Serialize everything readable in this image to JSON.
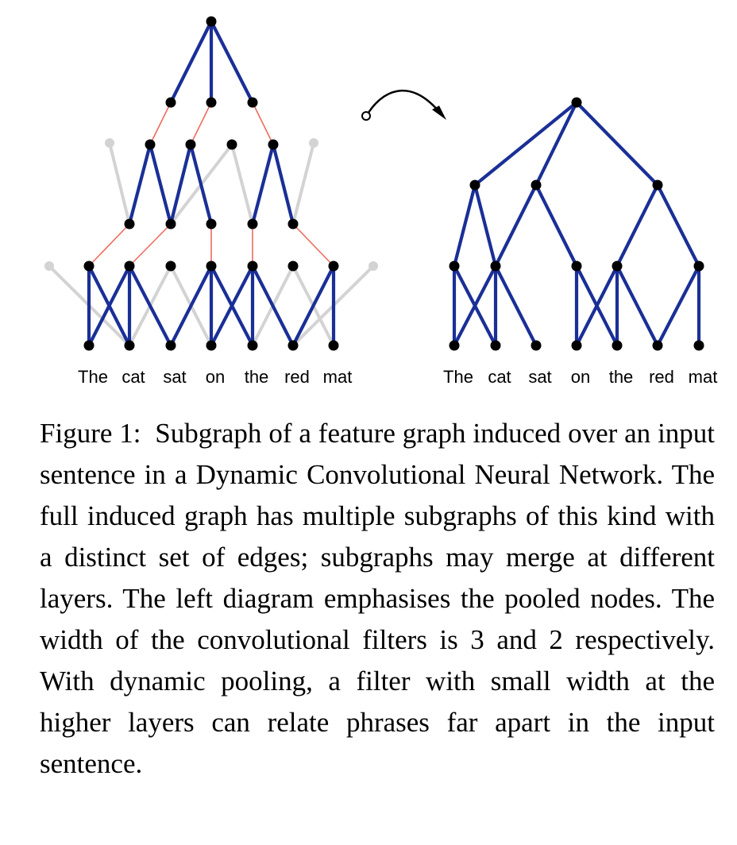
{
  "sentence": [
    "The",
    "cat",
    "sat",
    "on",
    "the",
    "red",
    "mat"
  ],
  "colors": {
    "main_edge": "#1a2f96",
    "pooled_edge": "#ef6b5e",
    "inactive_edge": "#d3d3d3",
    "node": "#000000"
  },
  "caption": {
    "label": "Figure 1:",
    "text": "Subgraph of a feature graph induced over an input sentence in a Dynamic Convolutional Neural Network. The full induced graph has multiple subgraphs of this kind with a distinct set of edges; subgraphs may merge at different layers. The left diagram emphasises the pooled nodes. The width of the convolutional filters is 3 and 2 respectively. With dynamic pooling, a filter with small width at the higher layers can relate phrases far apart in the input sentence."
  }
}
